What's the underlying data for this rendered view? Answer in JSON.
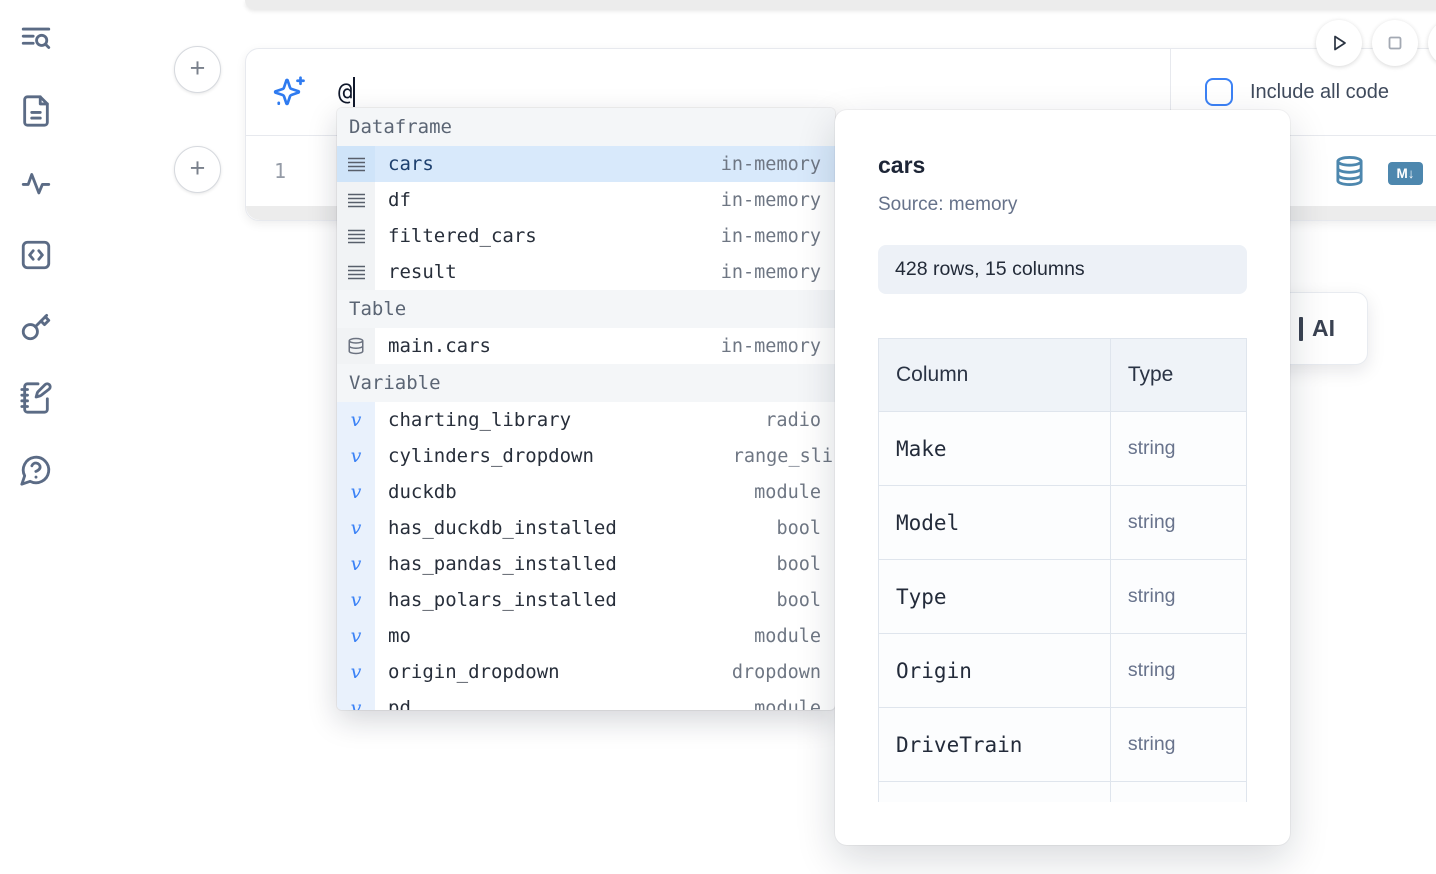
{
  "colors": {
    "accent_blue": "#3c82f5",
    "steel_blue": "#4d87ae",
    "selection_bg": "#d8e9fb",
    "sidebar_icon": "#5b6b85"
  },
  "sidebar": {
    "icons": [
      "list-search-icon",
      "file-text-icon",
      "activity-icon",
      "code-box-icon",
      "key-icon",
      "notebook-pen-icon",
      "help-chat-icon"
    ]
  },
  "add_cell": {
    "label": "+"
  },
  "ai_prompt": {
    "value": "@",
    "include_all_code_label": "Include all code",
    "include_all_code_checked": false
  },
  "cell": {
    "line_number": "1",
    "markdown_badge": "M↓"
  },
  "autocomplete": {
    "sections": [
      {
        "label": "Dataframe",
        "items": [
          {
            "name": "cars",
            "type": "in-memory",
            "selected": true
          },
          {
            "name": "df",
            "type": "in-memory"
          },
          {
            "name": "filtered_cars",
            "type": "in-memory"
          },
          {
            "name": "result",
            "type": "in-memory"
          }
        ]
      },
      {
        "label": "Table",
        "items": [
          {
            "name": "main.cars",
            "type": "in-memory"
          }
        ]
      },
      {
        "label": "Variable",
        "glyph": "v",
        "items": [
          {
            "name": "charting_library",
            "type": "radio"
          },
          {
            "name": "cylinders_dropdown",
            "type": "range_sli"
          },
          {
            "name": "duckdb",
            "type": "module"
          },
          {
            "name": "has_duckdb_installed",
            "type": "bool"
          },
          {
            "name": "has_pandas_installed",
            "type": "bool"
          },
          {
            "name": "has_polars_installed",
            "type": "bool"
          },
          {
            "name": "mo",
            "type": "module"
          },
          {
            "name": "origin_dropdown",
            "type": "dropdown"
          },
          {
            "name": "pd",
            "type": "module",
            "partial": true
          }
        ]
      }
    ]
  },
  "preview": {
    "title": "cars",
    "source": "Source: memory",
    "shape_badge": "428 rows, 15 columns",
    "table": {
      "headers": [
        "Column",
        "Type"
      ],
      "rows": [
        {
          "column": "Make",
          "type": "string"
        },
        {
          "column": "Model",
          "type": "string"
        },
        {
          "column": "Type",
          "type": "string"
        },
        {
          "column": "Origin",
          "type": "string"
        },
        {
          "column": "DriveTrain",
          "type": "string"
        }
      ]
    }
  },
  "ai_card": {
    "visible_label": "AI"
  }
}
